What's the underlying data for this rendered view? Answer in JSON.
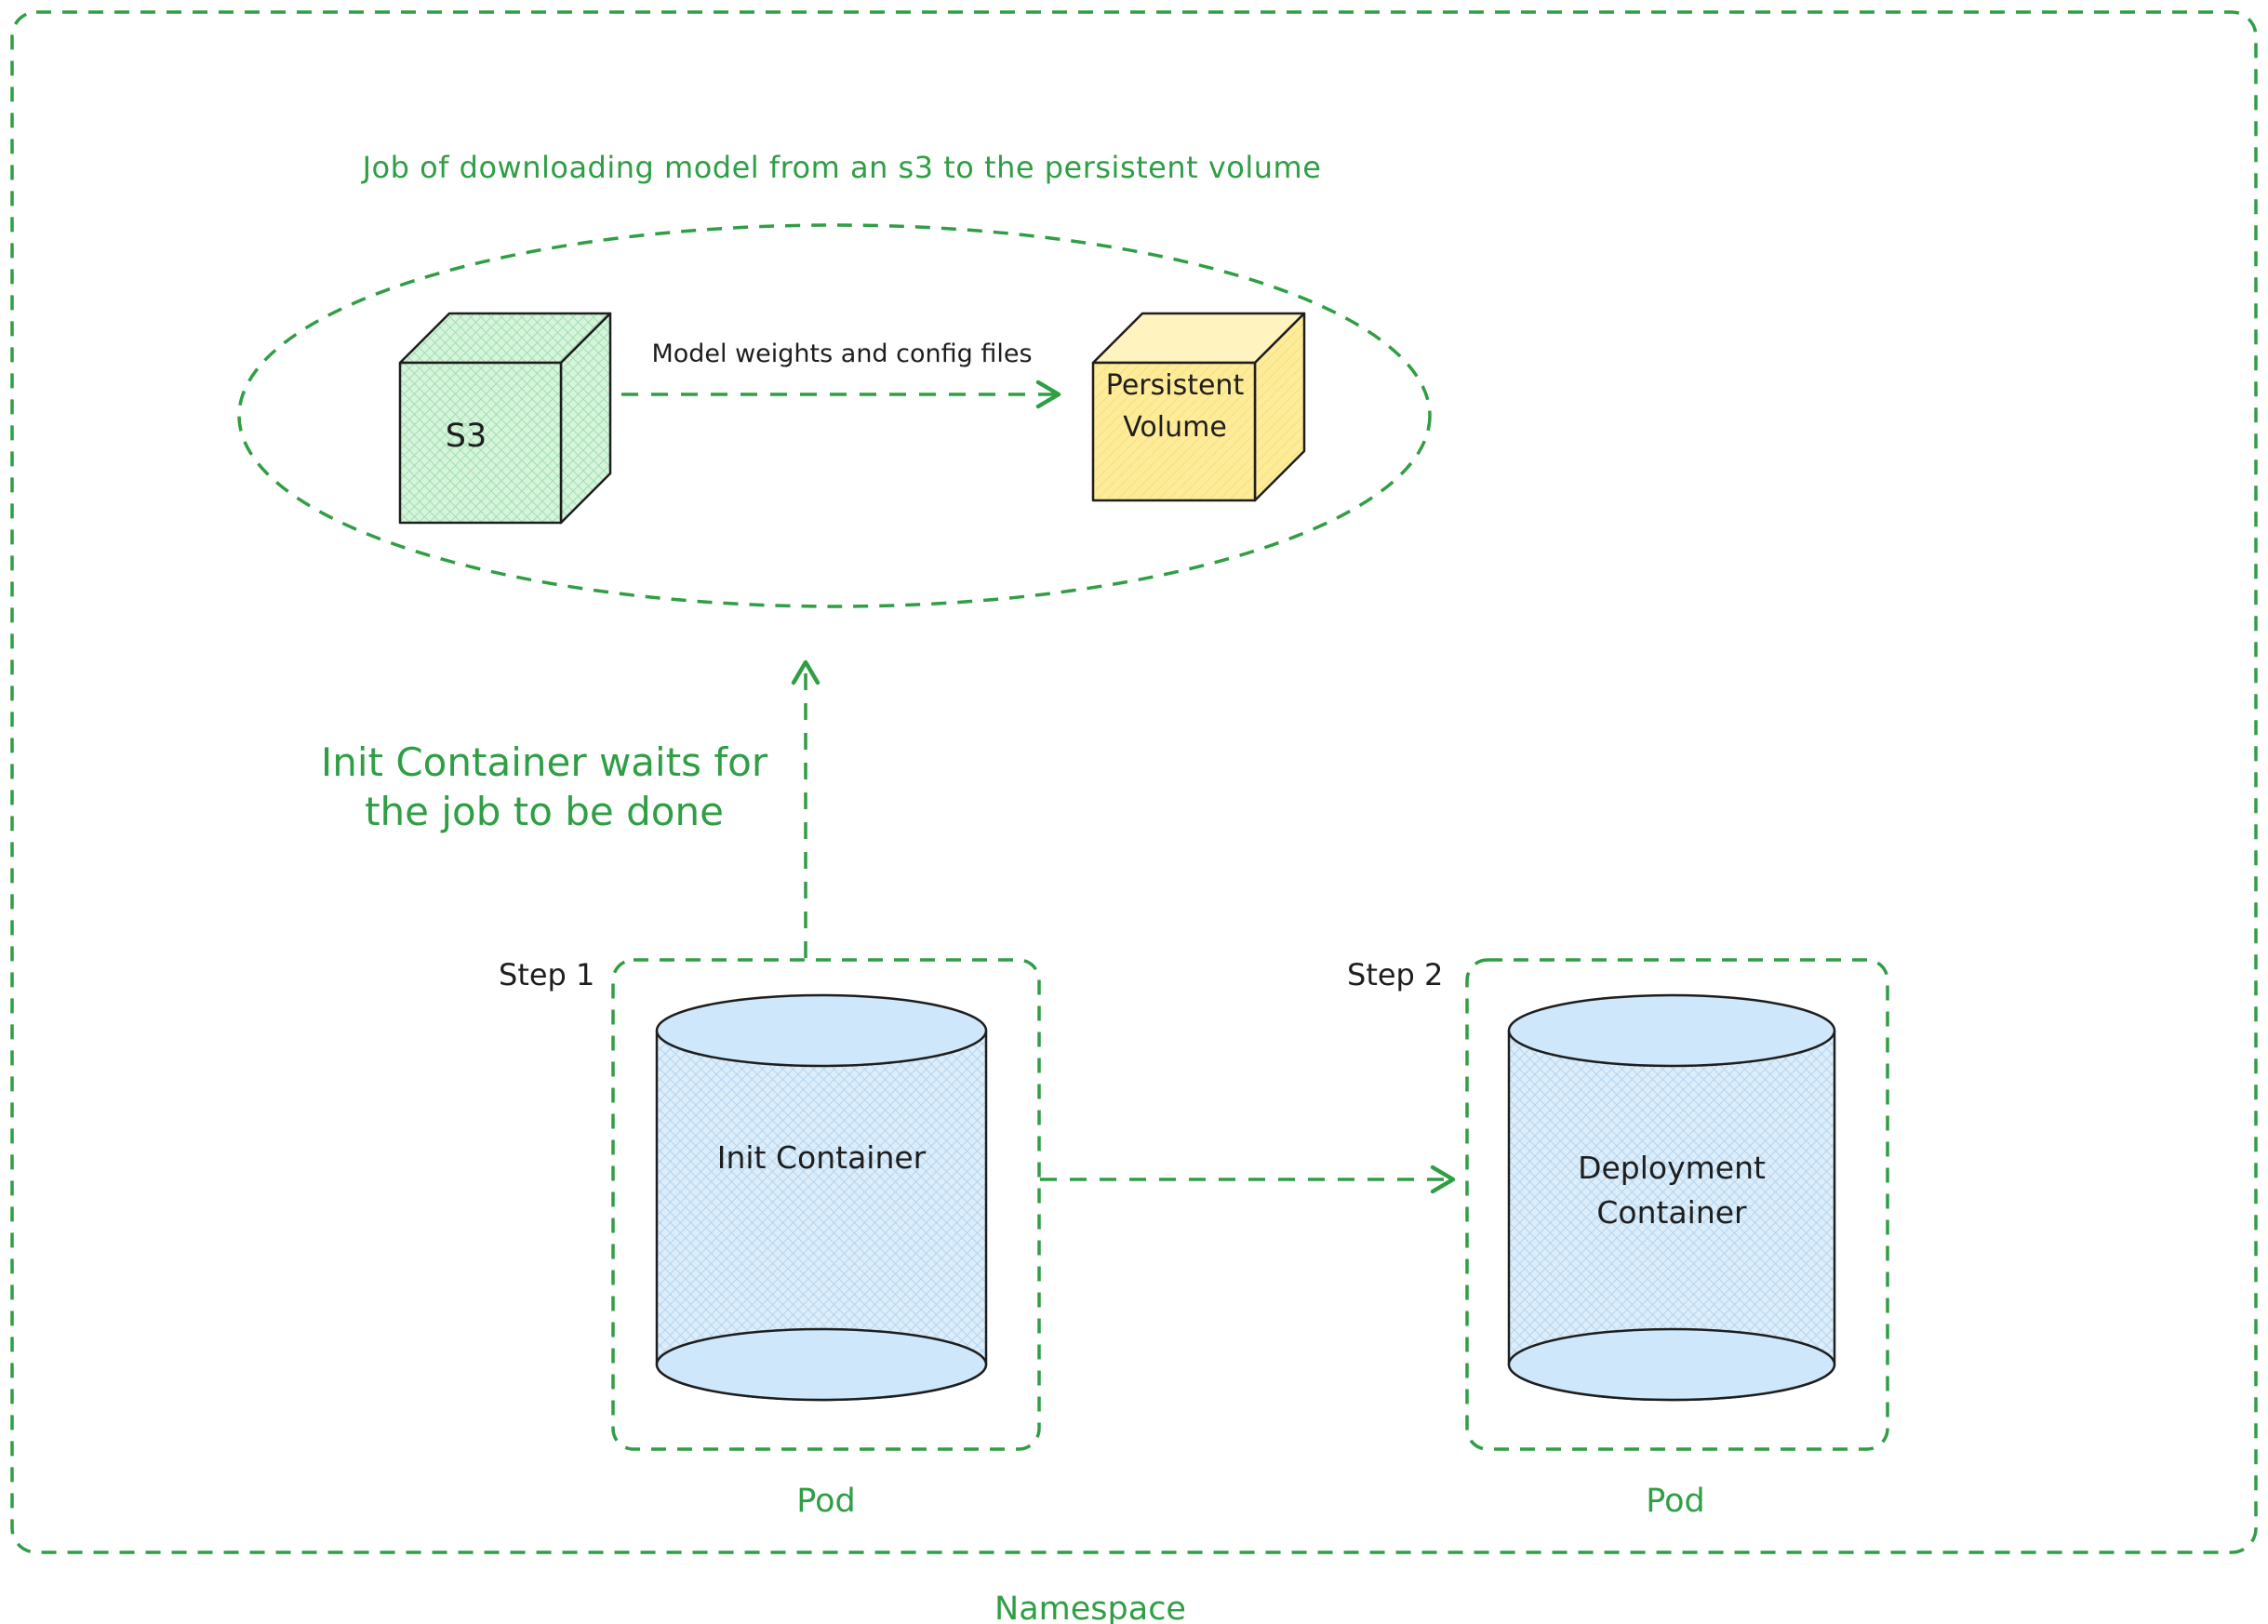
{
  "colors": {
    "green": "#2f9e44",
    "ink": "#1e1e1e",
    "s3_fill": "#d6f4dc",
    "pv_fill": "#ffec99",
    "cylinder_fill": "#dcebf9"
  },
  "namespace": {
    "label": "Namespace"
  },
  "job": {
    "title": "Job of downloading model from an s3 to the persistent volume",
    "s3_label": "S3",
    "arrow_label": "Model weights and config files",
    "pv_label": "Persistent\nVolume"
  },
  "wait_note": "Init Container waits for\nthe job to be done",
  "pods": [
    {
      "step": "Step 1",
      "container": "Init Container",
      "label": "Pod"
    },
    {
      "step": "Step 2",
      "container": "Deployment\nContainer",
      "label": "Pod"
    }
  ]
}
